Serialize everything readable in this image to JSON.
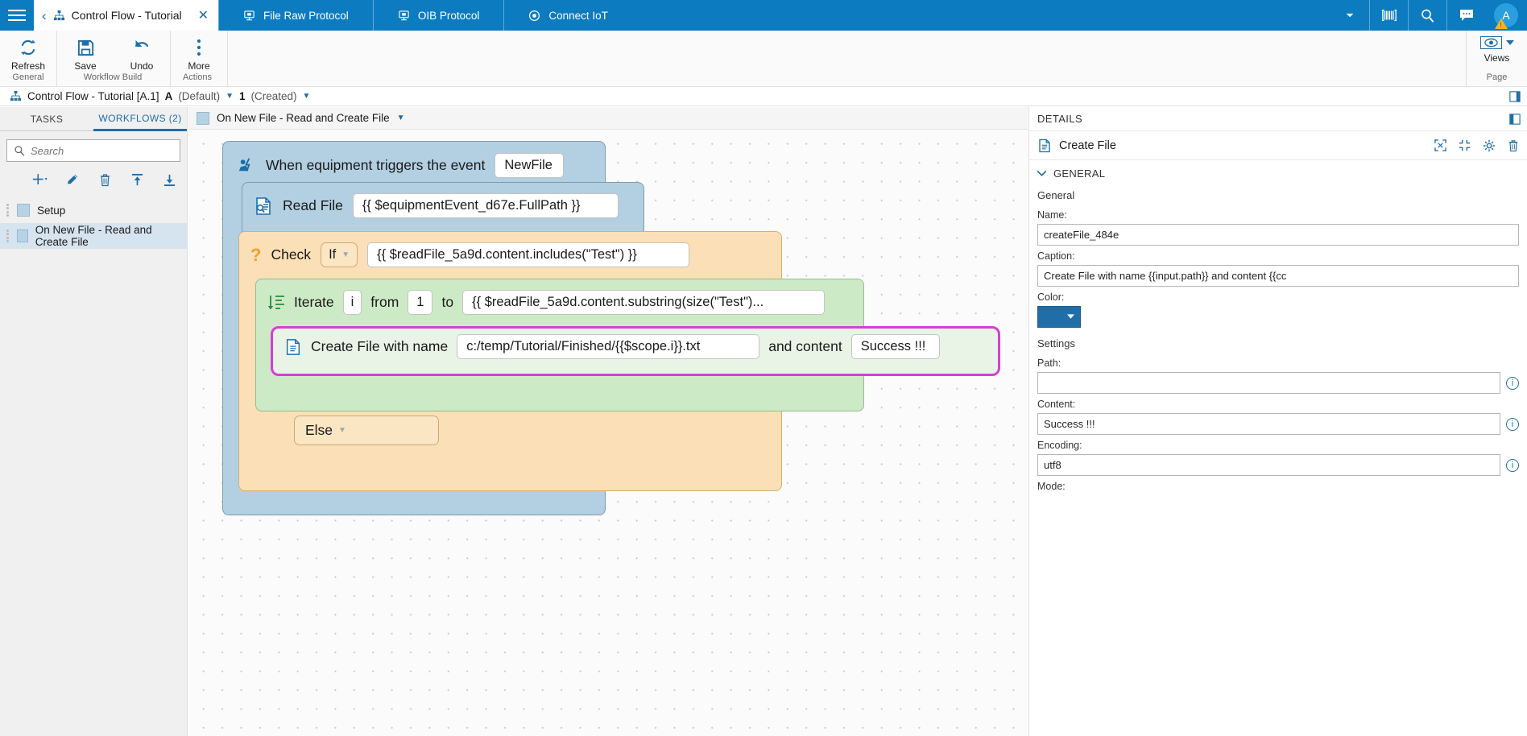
{
  "topbar": {
    "menu_icon": "hamburger-icon",
    "active_tab": {
      "title": "Control Flow - Tutorial",
      "back_icon": "chevron-left-icon",
      "tab_icon": "workflow-tree-icon",
      "close_icon": "close-icon"
    },
    "tabs": [
      {
        "label": "File Raw Protocol",
        "icon": "device-icon"
      },
      {
        "label": "OIB Protocol",
        "icon": "device-icon"
      },
      {
        "label": "Connect IoT",
        "icon": "target-icon"
      }
    ],
    "right_icons": [
      "chevron-down-icon",
      "barcode-icon",
      "search-icon",
      "chat-icon"
    ],
    "avatar_initial": "A",
    "accent_color": "#0c7bc0"
  },
  "ribbon": {
    "buttons": [
      {
        "label": "Refresh",
        "icon": "refresh-icon",
        "group": "General"
      },
      {
        "label": "Save",
        "icon": "save-icon",
        "group": "Workflow Build"
      },
      {
        "label": "Undo",
        "icon": "undo-icon",
        "group": "Workflow Build"
      },
      {
        "label": "More",
        "icon": "more-vertical-icon",
        "group": "Actions"
      }
    ],
    "group_labels": [
      "General",
      "Workflow Build",
      "Actions"
    ],
    "views": {
      "label": "Views",
      "group": "Page",
      "icon": "eye-icon"
    }
  },
  "breadcrumb": {
    "icon": "workflow-tree-icon",
    "title": "Control Flow - Tutorial [A.1]",
    "version_letter": "A",
    "version_state": "(Default)",
    "revision": "1",
    "revision_state": "(Created)"
  },
  "left_panel": {
    "tabs": [
      {
        "label": "TASKS",
        "selected": false
      },
      {
        "label": "WORKFLOWS (2)",
        "selected": true
      }
    ],
    "search": {
      "placeholder": "Search",
      "value": "",
      "icon": "search-icon"
    },
    "toolbar_icons": [
      "add-icon",
      "edit-pencil-icon",
      "delete-trash-icon",
      "import-up-icon",
      "export-down-icon"
    ],
    "items": [
      {
        "label": "Setup",
        "selected": false
      },
      {
        "label": "On New File - Read and Create File",
        "selected": true
      }
    ]
  },
  "canvas": {
    "header": {
      "title": "On New File - Read and Create File",
      "caret": "chevron-down-icon"
    },
    "blocks": {
      "trigger": {
        "label": "When equipment triggers the event",
        "icon": "equipment-trigger-icon",
        "event": "NewFile"
      },
      "read_file": {
        "label": "Read File",
        "icon": "read-file-icon",
        "path": "{{ $equipmentEvent_d67e.FullPath }}"
      },
      "check": {
        "label": "Check",
        "icon": "question-mark-icon",
        "operator": "If",
        "condition": "{{ $readFile_5a9d.content.includes(\"Test\") }}"
      },
      "iterate": {
        "label": "Iterate",
        "icon": "iterate-icon",
        "variable": "i",
        "from_label": "from",
        "from_value": "1",
        "to_label": "to",
        "to_value": "{{ $readFile_5a9d.content.substring(size(\"Test\")..."
      },
      "create_file": {
        "label": "Create File with name",
        "icon": "create-file-icon",
        "name_value": "c:/temp/Tutorial/Finished/{{$scope.i}}.txt",
        "and_content_label": "and content",
        "content_value": "Success !!!"
      },
      "else": {
        "label": "Else",
        "caret": "chevron-down-icon"
      }
    },
    "tools": [
      "info-panel-icon",
      "fit-expand-icon",
      "fit-collapse-icon",
      "center-icon",
      "zoom-in-icon",
      "zoom-out-icon"
    ],
    "selection_color": "#d53fd5"
  },
  "details": {
    "panel_title": "DETAILS",
    "panel_expand_icon": "expand-panel-icon",
    "header": {
      "icon": "create-file-icon",
      "name": "Create File"
    },
    "header_icons": [
      "expand-icon",
      "collapse-icon",
      "gear-icon",
      "delete-trash-icon"
    ],
    "section": {
      "label": "GENERAL",
      "caret": "chevron-down-icon",
      "subtitle": "General"
    },
    "fields": [
      {
        "label": "Name:",
        "value": "createFile_484e",
        "info": false
      },
      {
        "label": "Caption:",
        "value": "Create File with name {{input.path}} and content {{cc",
        "info": false
      }
    ],
    "color": {
      "label": "Color:",
      "value": "#1f6ea8",
      "caret": "chevron-down-icon"
    },
    "settings_label": "Settings",
    "settings_fields": [
      {
        "label": "Path:",
        "value": "",
        "info": true
      },
      {
        "label": "Content:",
        "value": "Success !!!",
        "info": true
      },
      {
        "label": "Encoding:",
        "value": "utf8",
        "info": true
      },
      {
        "label": "Mode:",
        "value": "",
        "info": false
      }
    ]
  }
}
